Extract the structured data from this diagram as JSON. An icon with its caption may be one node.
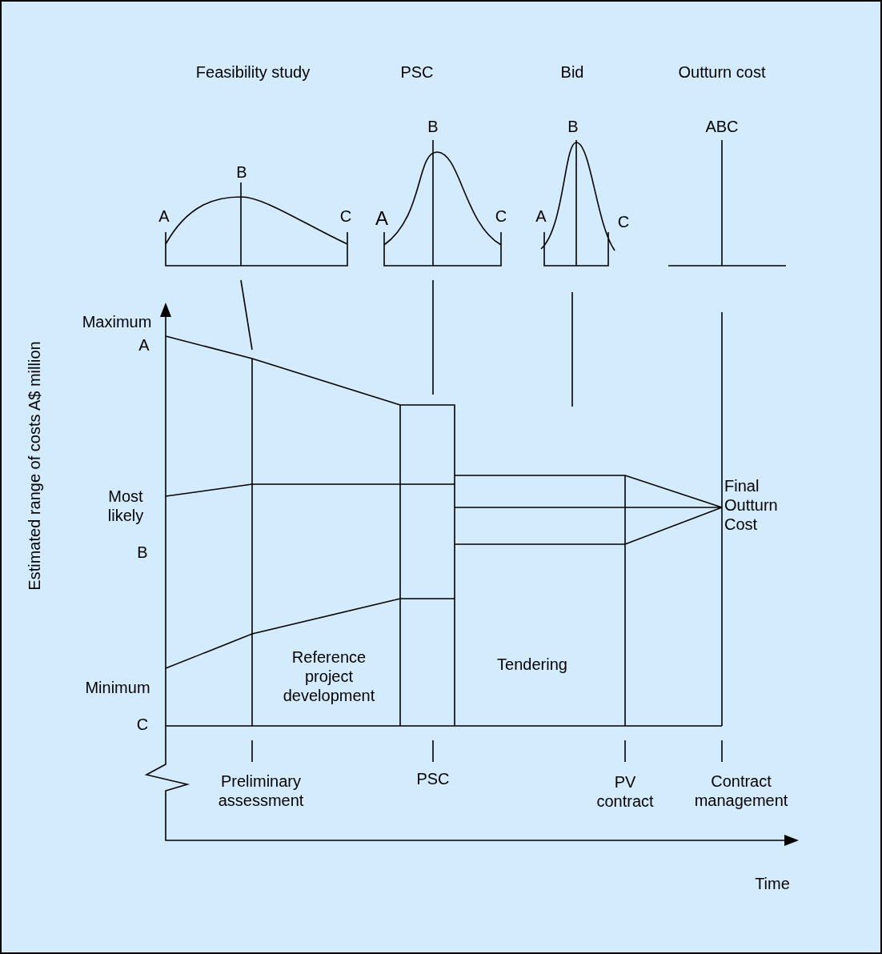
{
  "diagram": {
    "labels": [
      "Feasibility study",
      "PSC",
      "Bid",
      "Outturn cost",
      "B",
      "B",
      "ABC",
      "B",
      "A",
      "C",
      "A",
      "C",
      "A",
      "C",
      "Maximum",
      "A",
      "Estimated range of costs A$ million",
      "Most likely",
      "Final Outturn Cost",
      "B",
      "Reference project development",
      "Tendering",
      "Minimum",
      "C",
      "Preliminary assessment",
      "PSC",
      "PV contract",
      "Contract management",
      "Time"
    ]
  }
}
